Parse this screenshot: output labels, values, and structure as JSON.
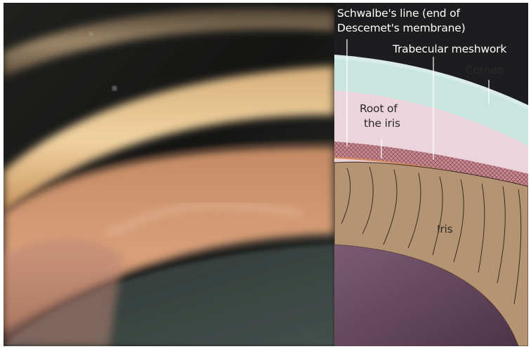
{
  "labels": {
    "schwalbe_line_1": "Schwalbe's line (end of",
    "schwalbe_line_2": "Descemet's membrane)",
    "trabecular_meshwork": "Trabecular meshwork",
    "cornea": "Cornea",
    "root_of_iris_1": "Root of",
    "root_of_iris_2": "the iris",
    "iris": "Iris"
  },
  "colors": {
    "background_dark": "#1d1d20",
    "cornea": "#c8e6df",
    "sclera_pink": "#ecd4dc",
    "trabecular": "#c98a90",
    "iris": "#b59473",
    "pupil": "#6b4f63",
    "leader_line": "#ffffff"
  }
}
